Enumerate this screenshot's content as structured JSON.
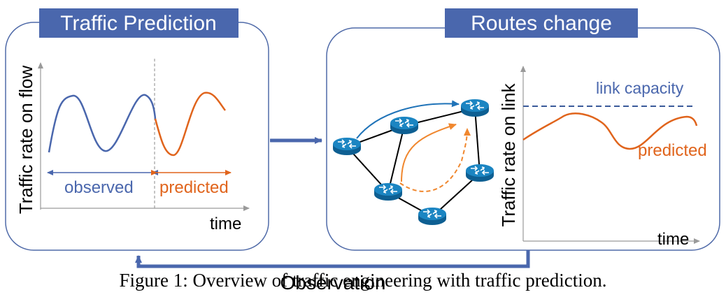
{
  "left_panel": {
    "title": "Traffic Prediction",
    "y_axis_label": "Traffic rate on flow",
    "x_axis_label": "time",
    "observed_label": "observed",
    "predicted_label": "predicted"
  },
  "right_panel": {
    "title": "Routes change",
    "y_axis_label": "Traffic rate on link",
    "x_axis_label": "time",
    "capacity_label": "link capacity",
    "predicted_label": "predicted"
  },
  "feedback_label": "Observation",
  "caption": "Figure 1: Overview of traffic engineering with traffic prediction.",
  "colors": {
    "title_fill": "#4a67ad",
    "panel_border": "#4f6aa8",
    "observed": "#4a67ad",
    "predicted": "#e0641c",
    "capacity_line": "#3a5a9a",
    "route_blue": "#1f73b8",
    "route_orange": "#f0872e",
    "router_body": "#1b85c2"
  },
  "icons": {
    "router": "router-icon"
  }
}
